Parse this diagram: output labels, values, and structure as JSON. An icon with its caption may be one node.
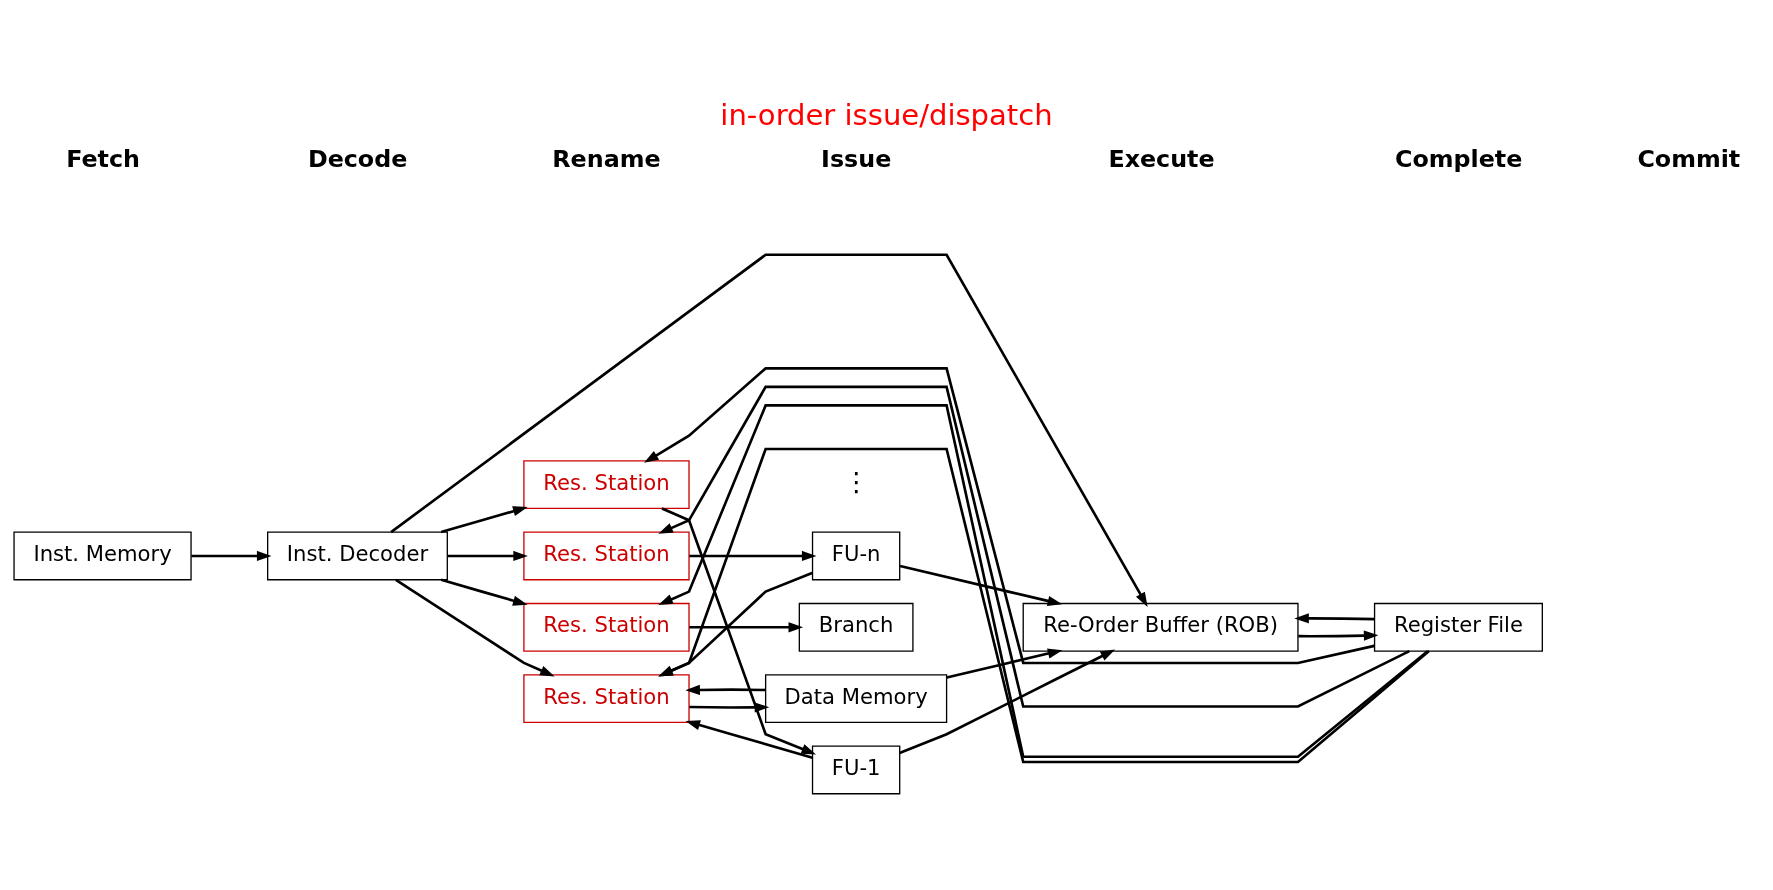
{
  "diagram": {
    "title": "in-order issue/dispatch",
    "nodes": [
      {
        "text": [
          "Inst. Memory"
        ]
      },
      {
        "text": [
          "Inst. Decoder"
        ]
      },
      {
        "text": [
          "Res. Station"
        ]
      },
      {
        "text": [
          "Res. Station"
        ]
      },
      {
        "text": [
          "Res. Station"
        ]
      },
      {
        "text": [
          "Res. Station"
        ]
      },
      {
        "text": [
          "FU-1"
        ]
      },
      {
        "text": [
          "FU-n"
        ]
      },
      {
        "text": [
          "Branch"
        ]
      },
      {
        "text": [
          "Data Memory"
        ]
      },
      {
        "text": [
          "Re-Order Buffer (ROB)"
        ]
      },
      {
        "text": [
          "Register File"
        ]
      }
    ],
    "edges": [
      {
        "from": 0,
        "to": 1,
        "arrow": "to"
      },
      {
        "from": 1,
        "to": 2,
        "arrow": "to"
      },
      {
        "from": 1,
        "to": 3,
        "arrow": "to"
      },
      {
        "from": 1,
        "to": 4,
        "arrow": "to"
      },
      {
        "from": 1,
        "to": 5,
        "arrow": "to"
      },
      {
        "from": 1,
        "to": 10,
        "arrow": "to"
      },
      {
        "from": 11,
        "to": 2,
        "arrow": "to"
      },
      {
        "from": 11,
        "to": 3,
        "arrow": "to"
      },
      {
        "from": 11,
        "to": 4,
        "arrow": "to"
      },
      {
        "from": 11,
        "to": 5,
        "arrow": "to"
      },
      {
        "from": 11,
        "to": 10,
        "arrow": "to"
      },
      {
        "from": 2,
        "to": 6,
        "arrow": "to"
      },
      {
        "from": 3,
        "to": 7,
        "arrow": "to"
      },
      {
        "from": 4,
        "to": 8,
        "arrow": "to"
      },
      {
        "from": 5,
        "to": 9,
        "arrow": "to"
      },
      {
        "from": 6,
        "to": 10,
        "arrow": "to"
      },
      {
        "from": 7,
        "to": 10,
        "arrow": "to"
      },
      {
        "from": 9,
        "to": 10,
        "arrow": "to"
      },
      {
        "from": 6,
        "to": 5,
        "arrow": "to"
      },
      {
        "from": 7,
        "to": 5,
        "arrow": "to"
      },
      {
        "from": 9,
        "to": 5,
        "arrow": "to"
      },
      {
        "from": 10,
        "to": 11,
        "arrow": "to"
      }
    ],
    "labels": [
      "⋮",
      "Fetch",
      "Decode",
      "Rename",
      "Issue",
      "Execute",
      "Complete",
      "Commit"
    ]
  }
}
